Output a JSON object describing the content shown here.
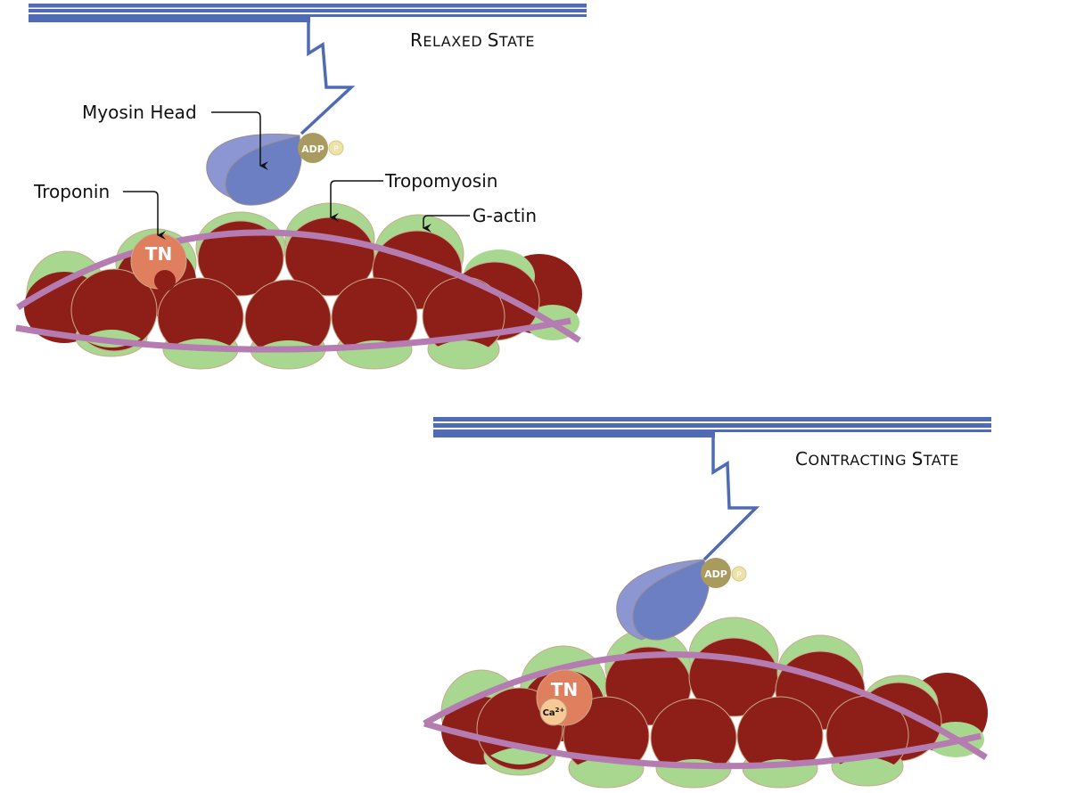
{
  "colors": {
    "thick_filament": "#4f6bb5",
    "myosin_head_light": "#8b96d2",
    "myosin_head_dark": "#6c7fc3",
    "adp": "#a99a5f",
    "pi": "#ede2a8",
    "actin_dark": "#8e1f18",
    "actin_binding_site": "#a8d890",
    "tropomyosin": "#b47cb1",
    "troponin": "#e07f5e",
    "calcium": "#f7c994"
  },
  "panels": [
    {
      "id": "relaxed",
      "title_first": "R",
      "title_rest": "ELAXED ",
      "title_first2": "S",
      "title_rest2": "TATE",
      "labels": {
        "myosin_head": "Myosin Head",
        "troponin": "Troponin",
        "tropomyosin": "Tropomyosin",
        "g_actin": "G-actin"
      },
      "adp": "ADP",
      "pi": "P",
      "pi_sub": "i",
      "troponin_text": "TN"
    },
    {
      "id": "contracting",
      "title_first": "C",
      "title_rest": "ONTRACTING ",
      "title_first2": "S",
      "title_rest2": "TATE",
      "adp": "ADP",
      "pi": "P",
      "pi_sub": "i",
      "troponin_text": "TN",
      "calcium_text": "Ca",
      "calcium_sup": "2+"
    }
  ]
}
